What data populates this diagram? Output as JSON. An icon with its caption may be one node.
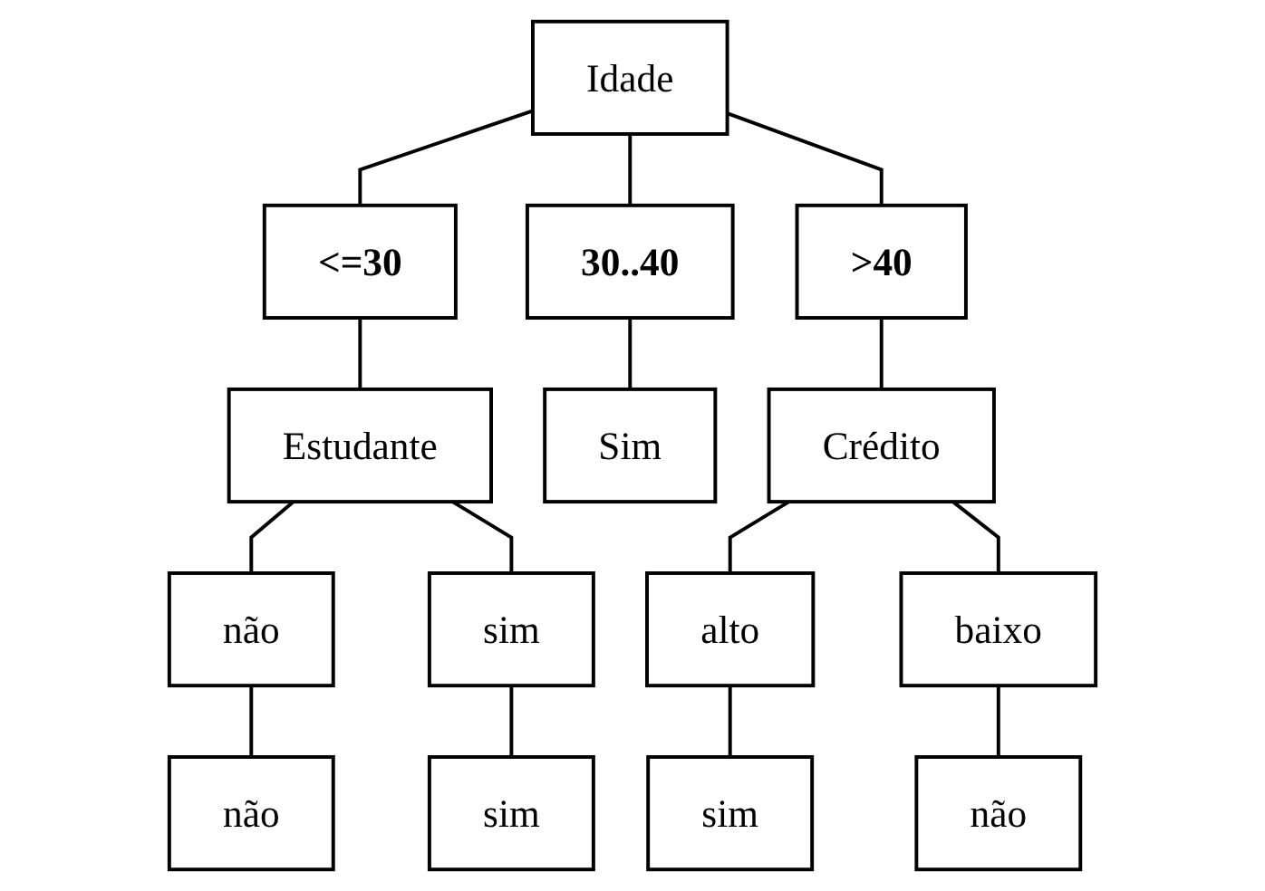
{
  "diagram": {
    "nodes": [
      {
        "text": [
          "Idade"
        ]
      },
      {
        "text": [
          "<=30"
        ]
      },
      {
        "text": [
          "30..40"
        ]
      },
      {
        "text": [
          ">40"
        ]
      },
      {
        "text": [
          "Estudante"
        ]
      },
      {
        "text": [
          "Sim"
        ]
      },
      {
        "text": [
          "Crédito"
        ]
      },
      {
        "text": [
          "não"
        ]
      },
      {
        "text": [
          "sim"
        ]
      },
      {
        "text": [
          "alto"
        ]
      },
      {
        "text": [
          "baixo"
        ]
      },
      {
        "text": [
          "não"
        ]
      },
      {
        "text": [
          "sim"
        ]
      },
      {
        "text": [
          "sim"
        ]
      },
      {
        "text": [
          "não"
        ]
      }
    ],
    "edges": [
      {
        "from": 0,
        "to": 1,
        "arrow": "none"
      },
      {
        "from": 0,
        "to": 2,
        "arrow": "none"
      },
      {
        "from": 0,
        "to": 3,
        "arrow": "none"
      },
      {
        "from": 1,
        "to": 4,
        "arrow": "none"
      },
      {
        "from": 2,
        "to": 5,
        "arrow": "none"
      },
      {
        "from": 3,
        "to": 6,
        "arrow": "none"
      },
      {
        "from": 4,
        "to": 7,
        "arrow": "none"
      },
      {
        "from": 4,
        "to": 8,
        "arrow": "none"
      },
      {
        "from": 6,
        "to": 9,
        "arrow": "none"
      },
      {
        "from": 6,
        "to": 10,
        "arrow": "none"
      },
      {
        "from": 7,
        "to": 11,
        "arrow": "none"
      },
      {
        "from": 8,
        "to": 12,
        "arrow": "none"
      },
      {
        "from": 9,
        "to": 13,
        "arrow": "none"
      },
      {
        "from": 10,
        "to": 14,
        "arrow": "none"
      }
    ]
  }
}
